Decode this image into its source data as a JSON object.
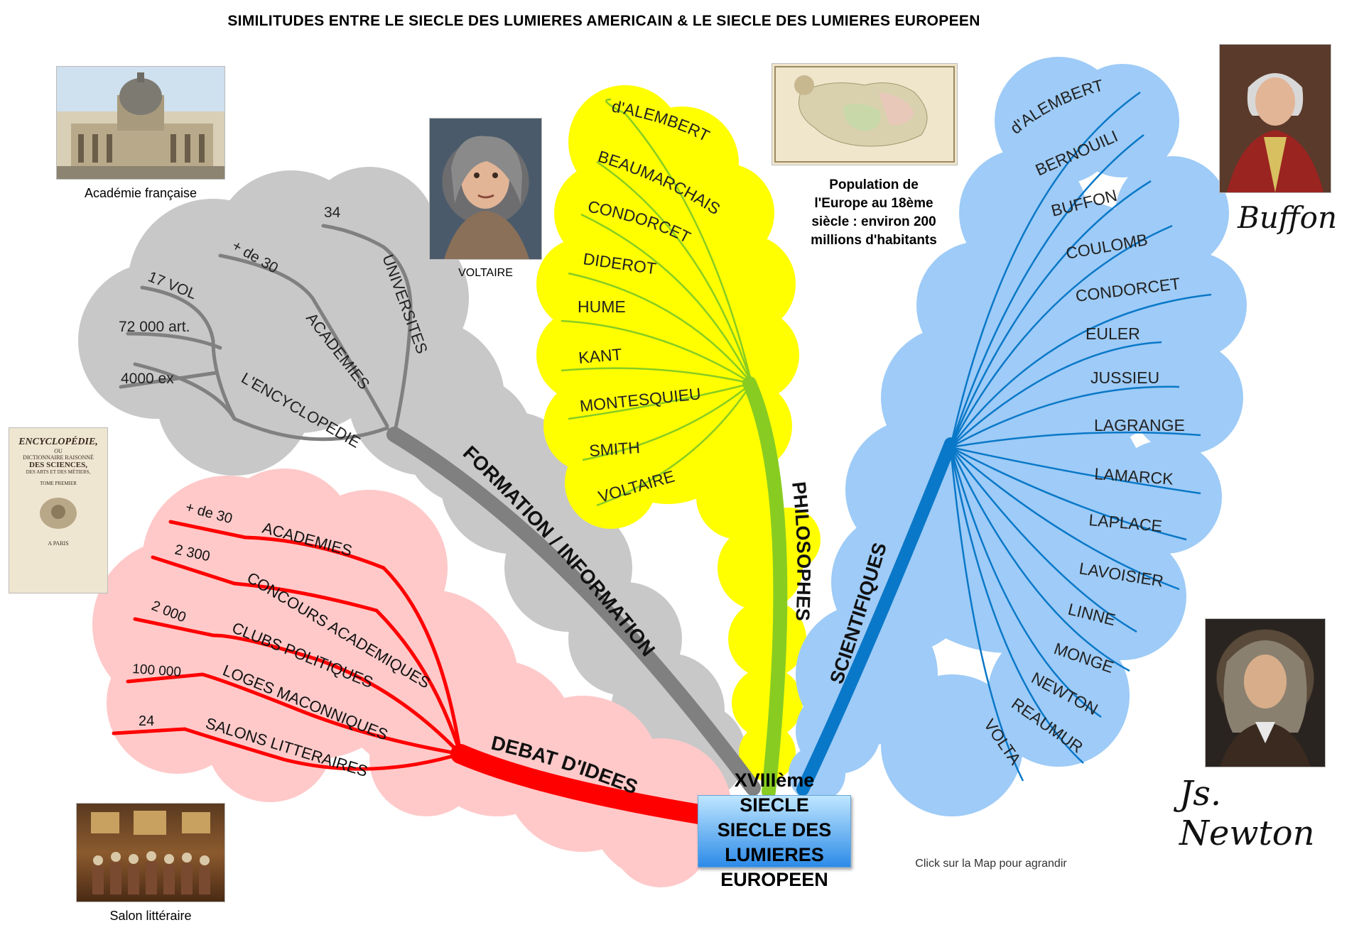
{
  "title": "SIMILITUDES ENTRE LE SIECLE DES LUMIERES AMERICAIN & LE SIECLE DES LUMIERES EUROPEEN",
  "center": {
    "lines": [
      "XVIIIème",
      "SIECLE",
      "SIECLE DES",
      "LUMIERES",
      "EUROPEEN"
    ]
  },
  "branches": {
    "formation": {
      "label": "FORMATION / INFORMATION",
      "color": "#808080",
      "cloud_color": "#c8c8c8",
      "sub": {
        "universites": {
          "label": "UNIVERSITES",
          "count": "34"
        },
        "academies": {
          "label": "ACADEMIES",
          "count": "+ de 30"
        },
        "encyclopedie": {
          "label": "L'ENCYCLOPEDIE",
          "details": [
            "17 VOL",
            "72 000 art.",
            "4000 ex"
          ]
        }
      }
    },
    "debat": {
      "label": "DEBAT D'IDEES",
      "color": "#ff0000",
      "cloud_color": "#ffc9c9",
      "items": [
        {
          "label": "ACADEMIES",
          "count": "+ de 30"
        },
        {
          "label": "CONCOURS ACADEMIQUES",
          "count": "2 300"
        },
        {
          "label": "CLUBS POLITIQUES",
          "count": "2 000"
        },
        {
          "label": "LOGES MACONNIQUES",
          "count": "100 000"
        },
        {
          "label": "SALONS LITTERAIRES",
          "count": "24"
        }
      ]
    },
    "philosophes": {
      "label": "PHILOSOPHES",
      "color": "#88cc22",
      "cloud_color": "#ffff00",
      "items": [
        "d'ALEMBERT",
        "BEAUMARCHAIS",
        "CONDORCET",
        "DIDEROT",
        "HUME",
        "KANT",
        "MONTESQUIEU",
        "SMITH",
        "VOLTAIRE"
      ]
    },
    "scientifiques": {
      "label": "SCIENTIFIQUES",
      "color": "#0a78c8",
      "cloud_color": "#9ecbf7",
      "items": [
        "d'ALEMBERT",
        "BERNOUILI",
        "BUFFON",
        "COULOMB",
        "CONDORCET",
        "EULER",
        "JUSSIEU",
        "LAGRANGE",
        "LAMARCK",
        "LAPLACE",
        "LAVOISIER",
        "LINNE",
        "MONGE",
        "NEWTON",
        "REAUMUR",
        "VOLTA"
      ]
    }
  },
  "images": {
    "academie": {
      "caption": "Académie française"
    },
    "voltaire": {
      "caption": "VOLTAIRE"
    },
    "encyclopedie_cover": {
      "lines": [
        "ENCYCLOPÉDIE,",
        "OU",
        "DICTIONNAIRE RAISONNÉ",
        "DES SCIENCES,",
        "DES ARTS ET DES MÉTIERS,",
        "TOME PREMIER",
        "A PARIS"
      ]
    },
    "salon": {
      "caption": "Salon littéraire"
    },
    "buffon_signature": "Buffon",
    "newton_signature": "Js. Newton"
  },
  "population": {
    "lines": [
      "Population de",
      "l'Europe au 18ème",
      "siècle : environ 200",
      "millions d'habitants"
    ]
  },
  "hint": "Click sur la Map pour agrandir"
}
